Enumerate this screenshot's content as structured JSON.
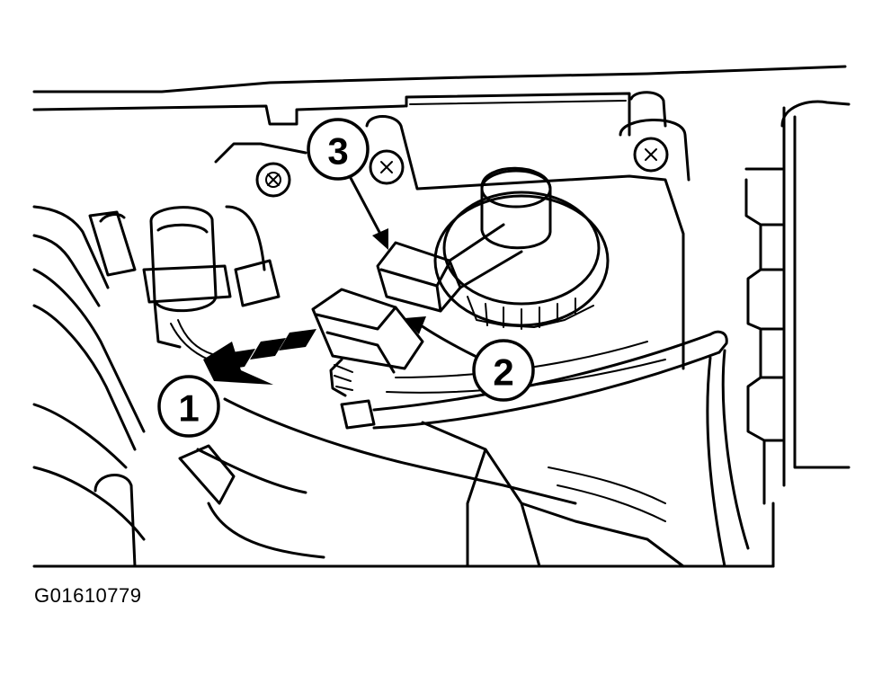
{
  "figure": {
    "id": "G01610779"
  },
  "callouts": [
    {
      "label": "1"
    },
    {
      "label": "2"
    },
    {
      "label": "3"
    }
  ],
  "colors": {
    "ink": "#000000",
    "paper": "#ffffff"
  }
}
